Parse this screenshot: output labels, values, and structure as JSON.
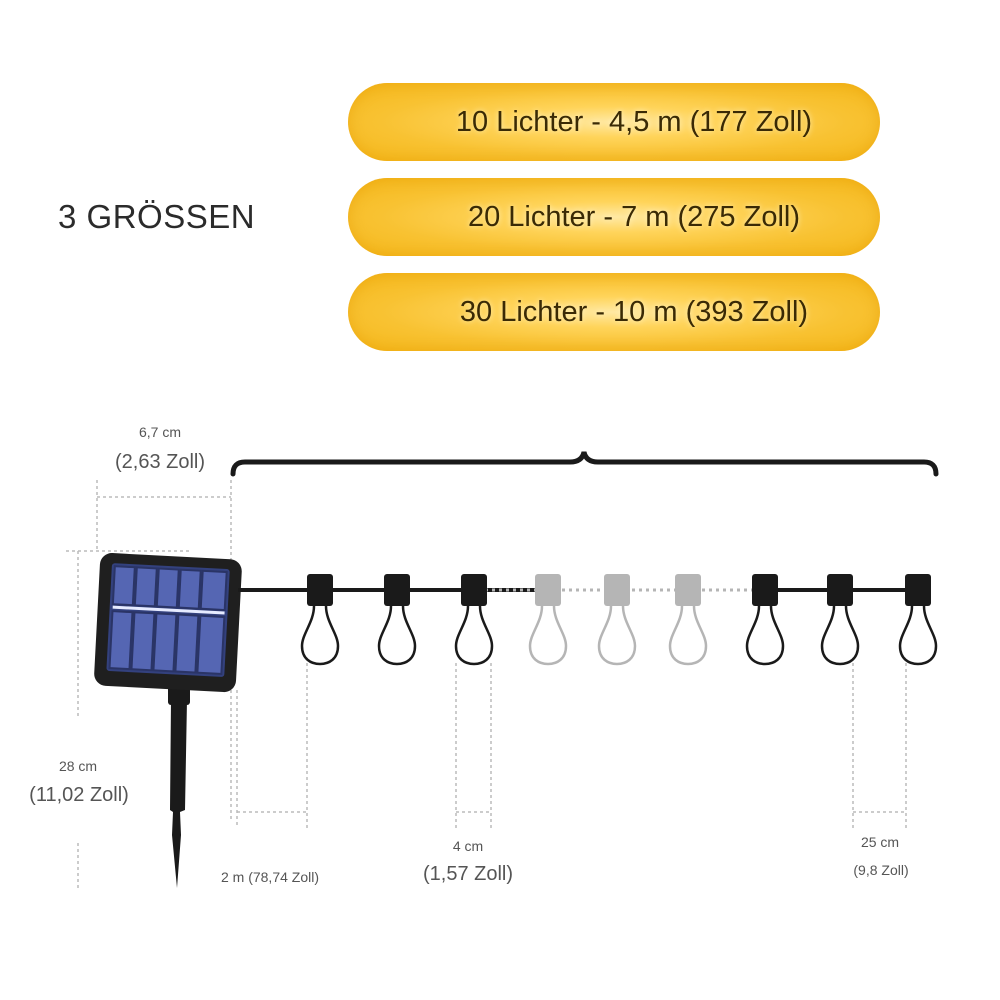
{
  "heading": "3 GRÖSSEN",
  "sizes": [
    "10 Lichter - 4,5 m (177 Zoll)",
    "20 Lichter - 7 m (275 Zoll)",
    "30 Lichter - 10 m (393 Zoll)"
  ],
  "dimensions": {
    "panel_width_cm": "6,7 cm",
    "panel_width_in": "(2,63 Zoll)",
    "height_cm": "28 cm",
    "height_in": "(11,02 Zoll)",
    "lead_cable": "2 m (78,74 Zoll)",
    "bulb_width_cm": "4 cm",
    "bulb_width_in": "(1,57 Zoll)",
    "spacing_cm": "25 cm",
    "spacing_in": "(9,8 Zoll)"
  },
  "colors": {
    "pill_accent": "#f4b719",
    "cable": "#1a1a1a",
    "faded_bulb": "#b5b5b5",
    "solar_cell": "#4a5aa8"
  },
  "icons": [
    "solar-panel-icon",
    "bulb-icon",
    "ground-stake-icon"
  ]
}
